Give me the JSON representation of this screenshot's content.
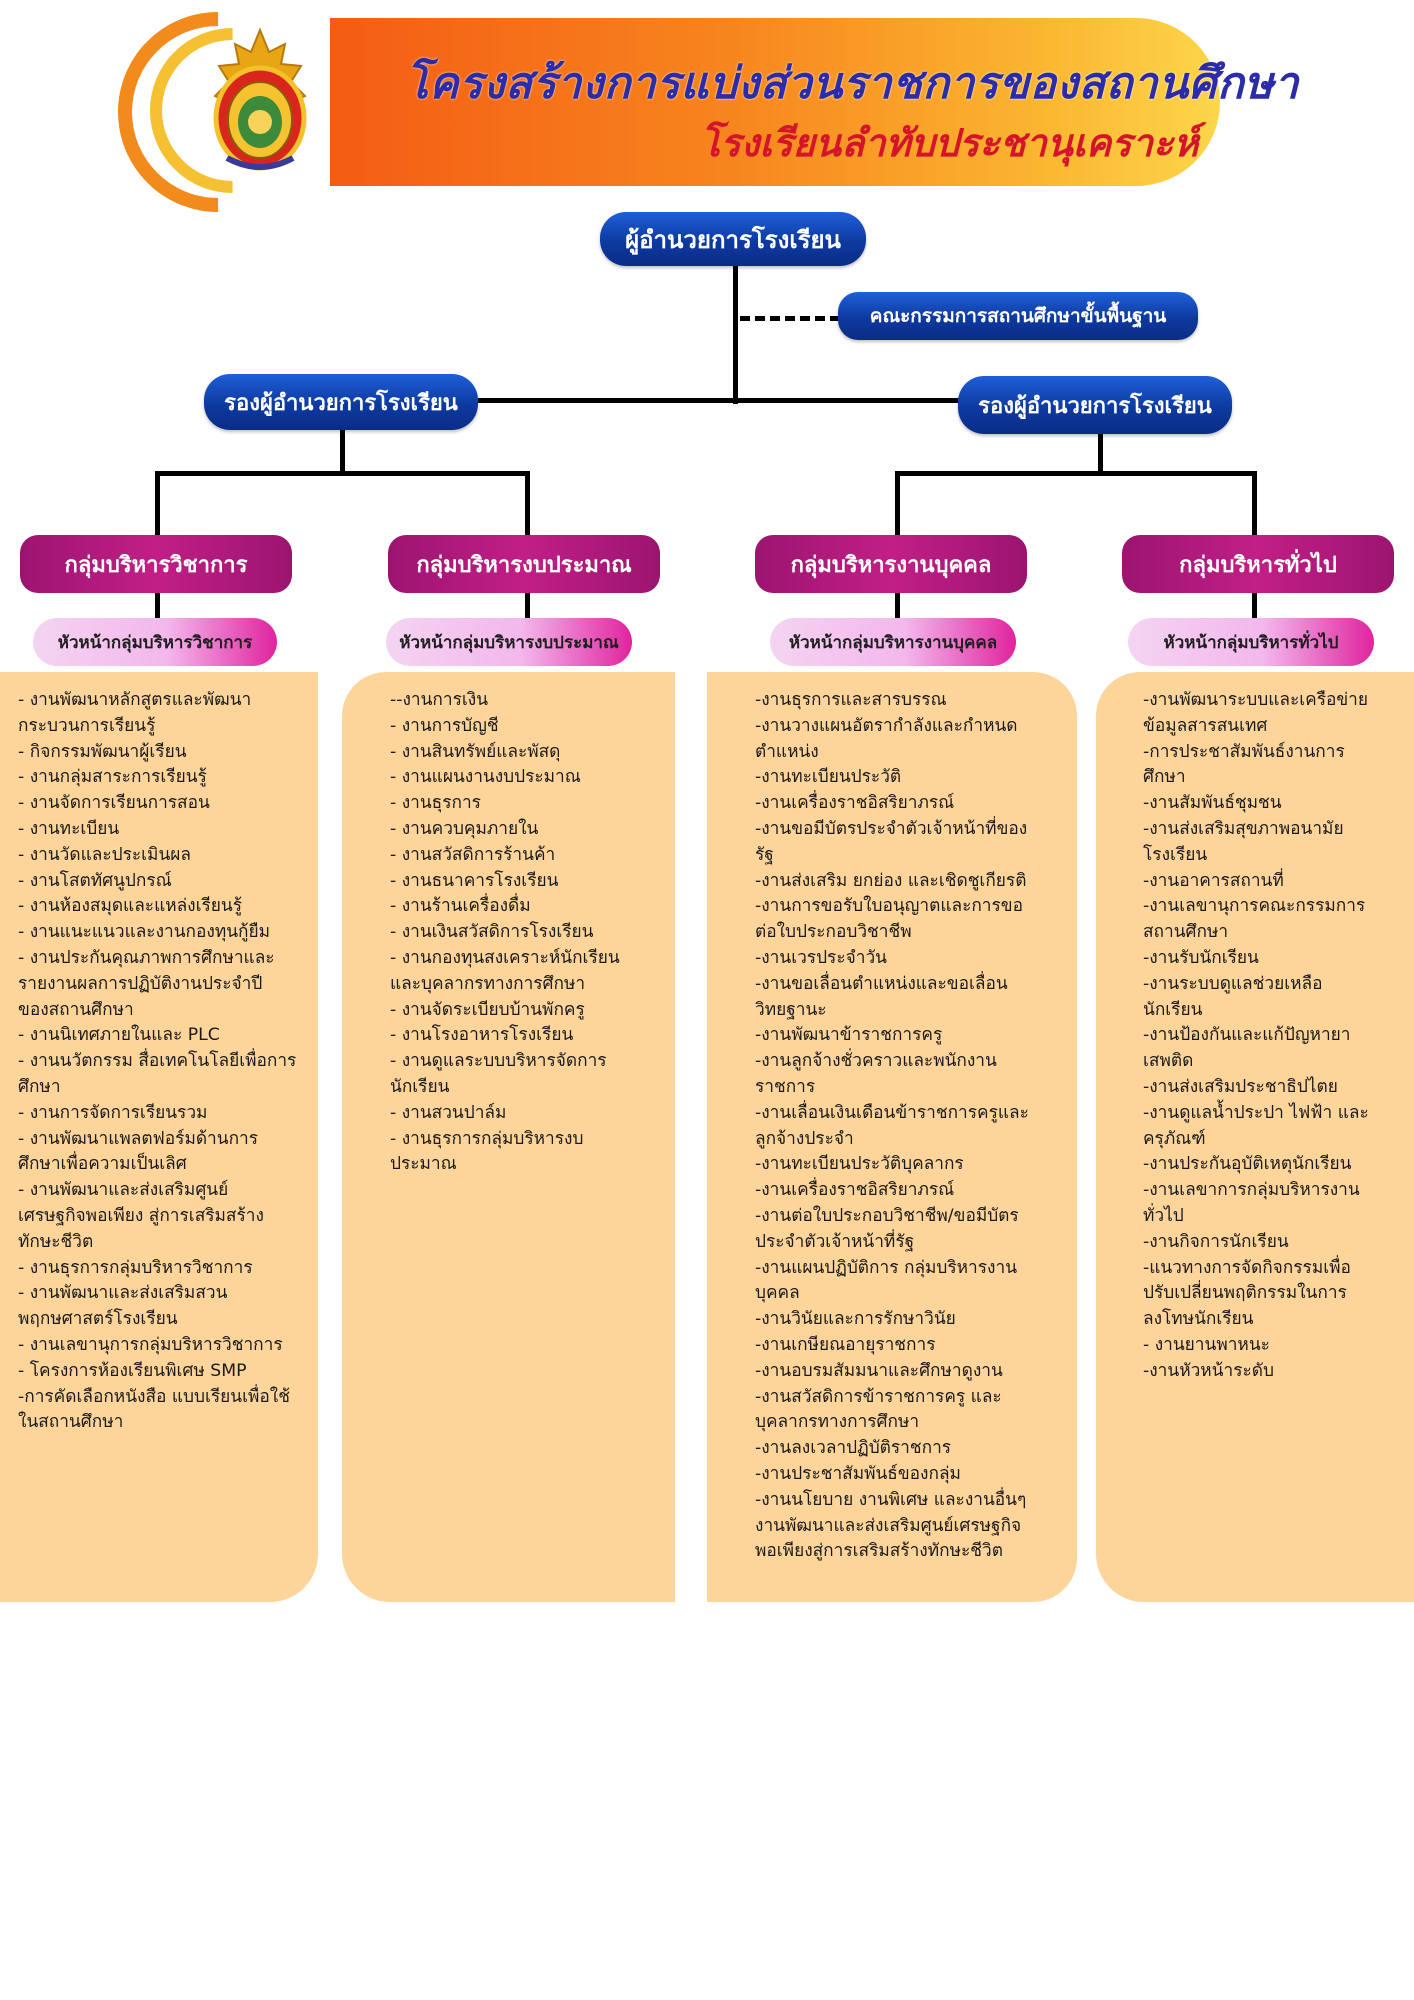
{
  "header": {
    "title": "โครงสร้างการแบ่งส่วนราชการของสถานศึกษา",
    "subtitle": "โรงเรียนลำทับประชานุเคราะห์"
  },
  "colors": {
    "banner_orange": "#f45c14",
    "banner_yellow": "#fcd64a",
    "title_blue": "#2c2ca8",
    "subtitle_red": "#d4142a",
    "node_blue": "#0d3aa0",
    "node_magenta": "#c21f86",
    "panel_peach": "#fdd59b"
  },
  "org": {
    "director": "ผู้อำนวยการโรงเรียน",
    "board": "คณะกรรมการสถานศึกษาขั้นพื้นฐาน",
    "deputy_left": "รองผู้อำนวยการโรงเรียน",
    "deputy_right": "รองผู้อำนวยการโรงเรียน",
    "groups": [
      {
        "name": "กลุ่มบริหารวิชาการ",
        "head": "หัวหน้ากลุ่มบริหารวิชาการ",
        "duties": [
          "- งานพัฒนาหลักสูตรและพัฒนา",
          "กระบวนการเรียนรู้",
          "- กิจกรรมพัฒนาผู้เรียน",
          "- งานกลุ่มสาระการเรียนรู้",
          "- งานจัดการเรียนการสอน",
          "- งานทะเบียน",
          "- งานวัดและประเมินผล",
          "- งานโสตทัศนูปกรณ์",
          "- งานห้องสมุดและแหล่งเรียนรู้",
          "- งานแนะแนวและงานกองทุนกู้ยืม",
          "- งานประกันคุณภาพการศึกษาและ",
          "รายงานผลการปฏิบัติงานประจำปี",
          "ของสถานศึกษา",
          "- งานนิเทศภายในและ PLC",
          "- งานนวัตกรรม สื่อเทคโนโลยีเพื่อการ",
          "ศึกษา",
          "- งานการจัดการเรียนรวม",
          "- งานพัฒนาแพลตฟอร์มด้านการ",
          "ศึกษาเพื่อความเป็นเลิศ",
          "- งานพัฒนาและส่งเสริมศูนย์",
          "เศรษฐกิจพอเพียง สู่การเสริมสร้าง",
          "ทักษะชีวิต",
          "- งานธุรการกลุ่มบริหารวิชาการ",
          "- งานพัฒนาและส่งเสริมสวน",
          "พฤกษศาสตร์โรงเรียน",
          "- งานเลขานุการกลุ่มบริหารวิชาการ",
          "- โครงการห้องเรียนพิเศษ SMP",
          "-การคัดเลือกหนังสือ แบบเรียนเพื่อใช้",
          "ในสถานศึกษา"
        ]
      },
      {
        "name": "กลุ่มบริหารงบประมาณ",
        "head": "หัวหน้ากลุ่มบริหารงบประมาณ",
        "duties": [
          "--งานการเงิน",
          "- งานการบัญชี",
          "- งานสินทรัพย์และพัสดุ",
          "- งานแผนงานงบประมาณ",
          "- งานธุรการ",
          "- งานควบคุมภายใน",
          "- งานสวัสดิการร้านค้า",
          "- งานธนาคารโรงเรียน",
          "- งานร้านเครื่องดื่ม",
          "- งานเงินสวัสดิการโรงเรียน",
          "- งานกองทุนสงเคราะห์นักเรียน",
          "และบุคลากรทางการศึกษา",
          "- งานจัดระเบียบบ้านพักครู",
          "- งานโรงอาหารโรงเรียน",
          "- งานดูแลระบบบริหารจัดการ",
          "นักเรียน",
          "- งานสวนปาล์ม",
          "- งานธุรการกลุ่มบริหารงบ",
          "ประมาณ"
        ]
      },
      {
        "name": "กลุ่มบริหารงานบุคคล",
        "head": "หัวหน้ากลุ่มบริหารงานบุคคล",
        "duties": [
          "-งานธุรการและสารบรรณ",
          "-งานวางแผนอัตรากำลังและกำหนด",
          "ตำแหน่ง",
          "-งานทะเบียนประวัติ",
          "-งานเครื่องราชอิสริยาภรณ์",
          "-งานขอมีบัตรประจำตัวเจ้าหน้าที่ของ",
          "รัฐ",
          "-งานส่งเสริม ยกย่อง และเชิดชูเกียรติ",
          "-งานการขอรับใบอนุญาตและการขอ",
          "ต่อใบประกอบวิชาชีพ",
          "-งานเวรประจำวัน",
          "-งานขอเลื่อนตำแหน่งและขอเลื่อน",
          "วิทยฐานะ",
          "-งานพัฒนาข้าราชการครู",
          "-งานลูกจ้างชั่วคราวและพนักงาน",
          "ราชการ",
          "-งานเลื่อนเงินเดือนข้าราชการครูและ",
          "ลูกจ้างประจำ",
          "-งานทะเบียนประวัติบุคลากร",
          "-งานเครื่องราชอิสริยาภรณ์",
          "-งานต่อใบประกอบวิชาชีพ/ขอมีบัตร",
          "ประจำตัวเจ้าหน้าที่รัฐ",
          "-งานแผนปฏิบัติการ กลุ่มบริหารงาน",
          "บุคคล",
          "-งานวินัยและการรักษาวินัย",
          "-งานเกษียณอายุราชการ",
          "-งานอบรมสัมมนาและศึกษาดูงาน",
          "-งานสวัสดิการข้าราชการครู และ",
          "บุคลากรทางการศึกษา",
          "-งานลงเวลาปฏิบัติราชการ",
          "-งานประชาสัมพันธ์ของกลุ่ม",
          "-งานนโยบาย งานพิเศษ และงานอื่นๆ",
          "งานพัฒนาและส่งเสริมศูนย์เศรษฐกิจ",
          "พอเพียงสู่การเสริมสร้างทักษะชีวิต"
        ]
      },
      {
        "name": "กลุ่มบริหารทั่วไป",
        "head": "หัวหน้ากลุ่มบริหารทั่วไป",
        "duties": [
          "-งานพัฒนาระบบและเครือข่าย",
          "ข้อมูลสารสนเทศ",
          "-การประชาสัมพันธ์งานการ",
          "ศึกษา",
          "-งานสัมพันธ์ชุมชน",
          "-งานส่งเสริมสุขภาพอนามัย",
          "โรงเรียน",
          "-งานอาคารสถานที่",
          "-งานเลขานุการคณะกรรมการ",
          "สถานศึกษา",
          "-งานรับนักเรียน",
          "-งานระบบดูแลช่วยเหลือ",
          "นักเรียน",
          "-งานป้องกันและแก้ปัญหายา",
          "เสพติด",
          "-งานส่งเสริมประชาธิปไตย",
          "-งานดูแลน้ำประปา ไฟฟ้า และ",
          "ครุภัณฑ์",
          "-งานประกันอุบัติเหตุนักเรียน",
          "-งานเลขาการกลุ่มบริหารงาน",
          "ทั่วไป",
          "-งานกิจการนักเรียน",
          "-แนวทางการจัดกิจกรรมเพื่อ",
          "ปรับเปลี่ยนพฤติกรรมในการ",
          "ลงโทษนักเรียน",
          "- งานยานพาหนะ",
          "-งานหัวหน้าระดับ"
        ]
      }
    ]
  }
}
